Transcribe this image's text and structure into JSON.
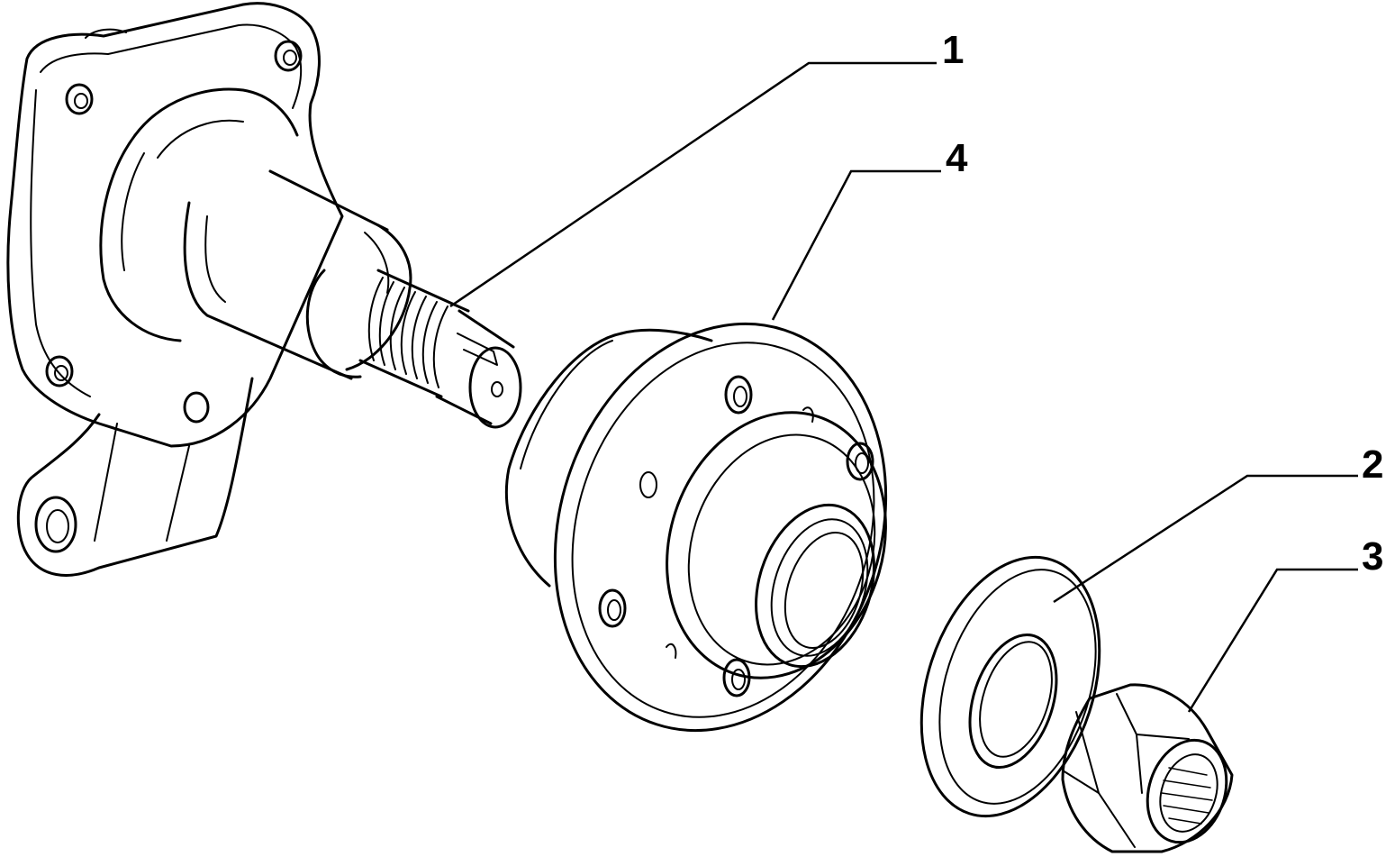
{
  "callouts": [
    {
      "id": "1",
      "label": "1"
    },
    {
      "id": "4",
      "label": "4"
    },
    {
      "id": "2",
      "label": "2"
    },
    {
      "id": "3",
      "label": "3"
    }
  ],
  "colors": {
    "ink": "#000000",
    "background": "#ffffff"
  }
}
